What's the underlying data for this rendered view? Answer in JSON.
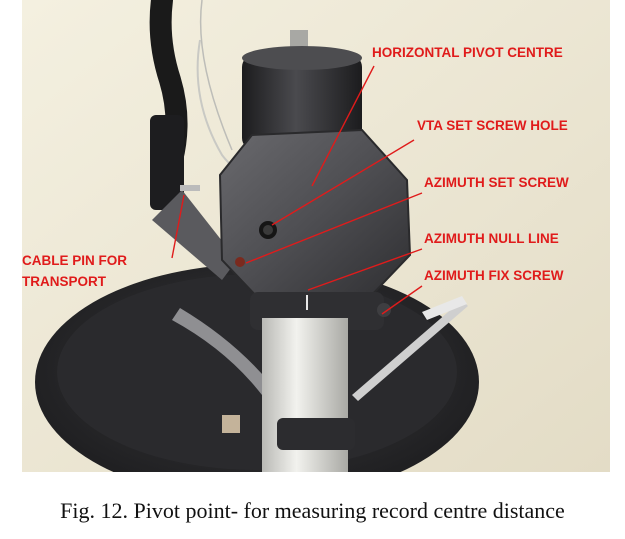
{
  "annotations": {
    "horizontal_pivot_centre": "HORIZONTAL PIVOT CENTRE",
    "vta_set_screw_hole": "VTA SET SCREW HOLE",
    "azimuth_set_screw": "AZIMUTH SET SCREW",
    "azimuth_null_line": "AZIMUTH NULL LINE",
    "azimuth_fix_screw": "AZIMUTH FIX SCREW",
    "cable_pin_line1": "CABLE PIN FOR",
    "cable_pin_line2": "TRANSPORT"
  },
  "caption": "Fig. 12. Pivot point- for measuring record centre distance",
  "colors": {
    "label_red": "#e01b1b",
    "background_cream": "#efe9d6",
    "metal_dark": "#3a3a3d"
  }
}
